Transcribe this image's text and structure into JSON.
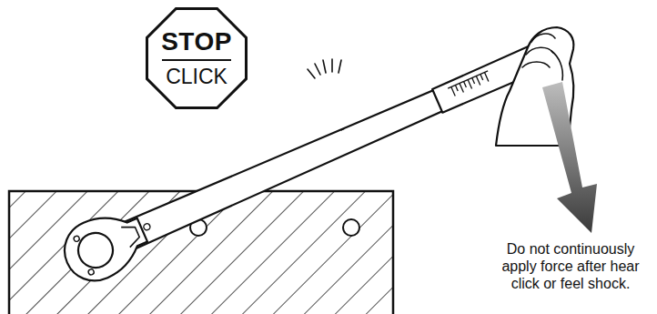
{
  "diagram": {
    "nodes": [
      {
        "text": [
          "STOP",
          "CLICK"
        ]
      }
    ],
    "labels": [
      "Do not continuously apply force after hear click or feel shock."
    ]
  }
}
